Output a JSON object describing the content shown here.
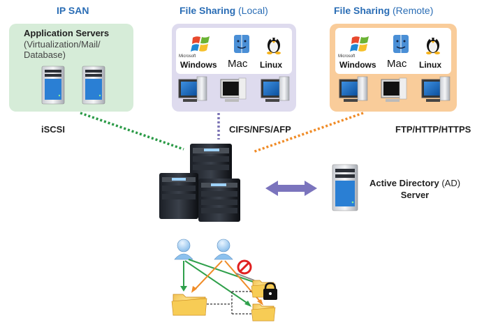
{
  "headings": {
    "ip_san": "IP SAN",
    "file_sharing_bold": "File Sharing",
    "local": "(Local)",
    "remote": "(Remote)"
  },
  "app_servers": {
    "title": "Application Servers",
    "subtitle": "(Virtualization/Mail/ Database)"
  },
  "os_labels": {
    "windows": "Windows",
    "mac": "Mac",
    "linux": "Linux",
    "microsoft": "Microsoft"
  },
  "protocols": {
    "iscsi": "iSCSI",
    "cifs": "CIFS/NFS/AFP",
    "ftp": "FTP/HTTP/HTTPS"
  },
  "ad_server": {
    "name_bold": "Active Directory",
    "abbr": "(AD)",
    "line2": "Server"
  },
  "colors": {
    "heading": "#2a6db5",
    "ip_san_panel": "#d6ecd8",
    "local_panel": "#dedbee",
    "remote_panel": "#f9cc9a",
    "iscsi_line": "#2a9a46",
    "cifs_line": "#7a72b4",
    "ftp_line": "#f08c28",
    "ad_arrow": "#7b74bd"
  }
}
